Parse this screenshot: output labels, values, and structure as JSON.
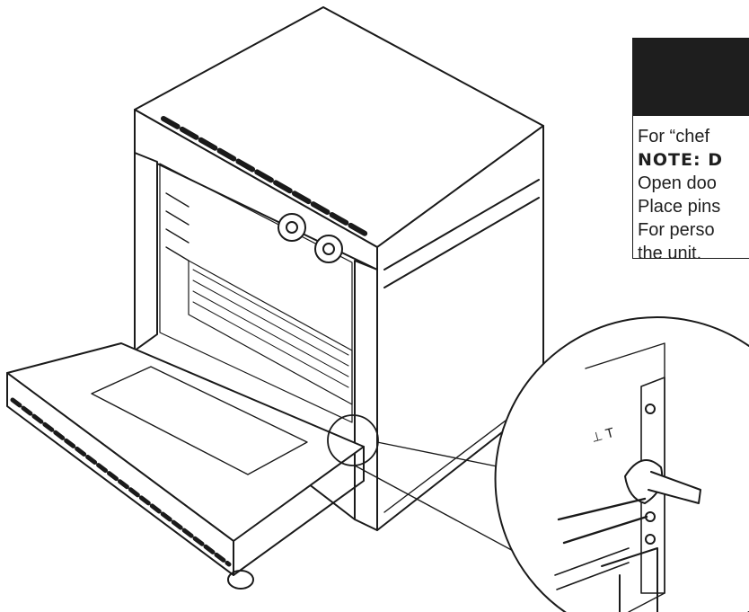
{
  "instructions": {
    "lines": [
      "For “chef",
      "NOTE: D",
      "Open doo",
      "Place pins",
      "For perso",
      "the unit."
    ]
  },
  "colors": {
    "line": "#1a1a1a",
    "header": "#1e1e1e",
    "background": "#ffffff"
  }
}
